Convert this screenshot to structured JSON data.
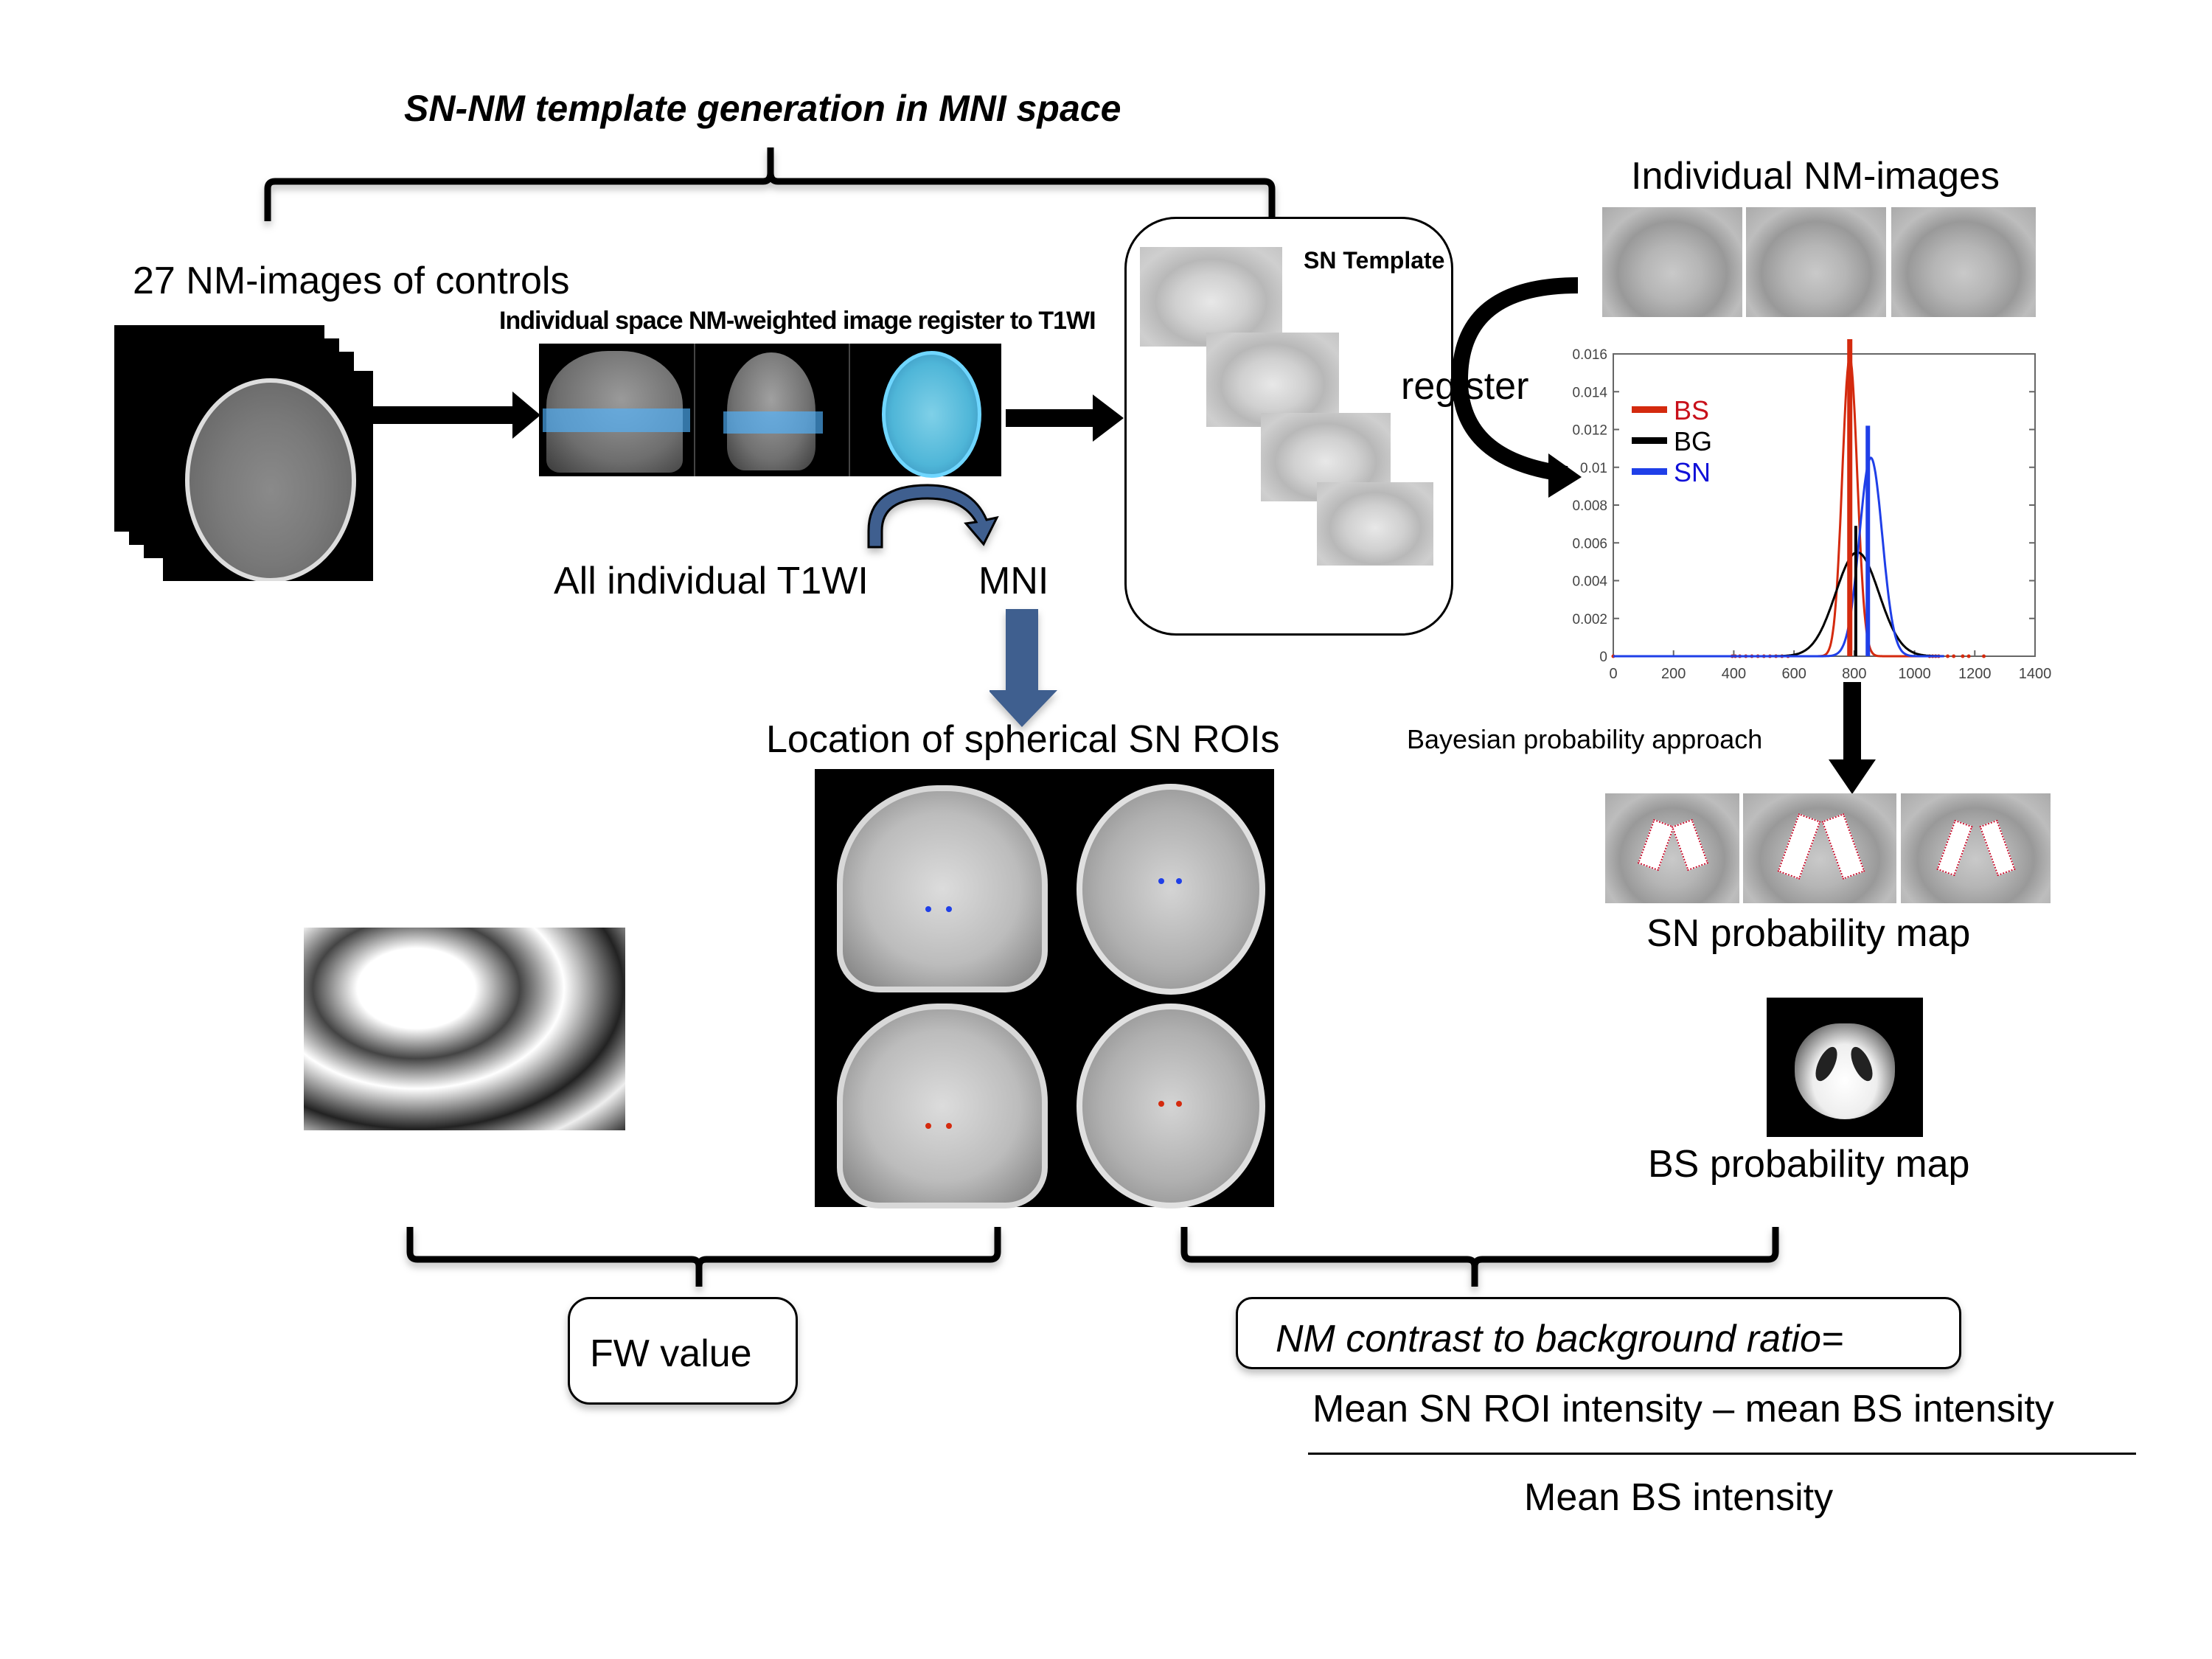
{
  "title": "SN-NM template generation in MNI space",
  "left_section": {
    "heading": "27 NM-images of controls",
    "registration_caption": "Individual space NM-weighted image register to T1WI",
    "t1wi_label": "All individual T1WI",
    "mni_label": "MNI"
  },
  "sn_template": {
    "label": "SN Template"
  },
  "roi_section": {
    "heading": "Location of spherical SN ROIs"
  },
  "right_section": {
    "heading": "Individual NM-images",
    "register_label": "register",
    "bayesian_label": "Bayesian probability approach",
    "sn_map_label": "SN probability map",
    "bs_map_label": "BS probability map"
  },
  "outputs": {
    "fw_label": "FW value",
    "ratio_label": "NM contrast to background ratio=",
    "numerator": "Mean SN ROI intensity – mean BS intensity",
    "denominator": "Mean BS intensity"
  },
  "colors": {
    "bs": "#d42a0e",
    "bg": "#000000",
    "sn": "#1f3fe8",
    "arrow_blue": "#3f5f8f",
    "legend_bs_text": "#c8101a",
    "legend_sn_text": "#1010d8"
  },
  "chart_data": {
    "type": "line",
    "title": "",
    "xlabel": "",
    "ylabel": "",
    "xlim": [
      0,
      1400
    ],
    "ylim": [
      0,
      0.016
    ],
    "xticks": [
      0,
      200,
      400,
      600,
      800,
      1000,
      1200,
      1400
    ],
    "yticks": [
      0,
      0.002,
      0.004,
      0.006,
      0.008,
      0.01,
      0.012,
      0.014,
      0.016
    ],
    "ytick_labels": [
      "0",
      "0.002",
      "0.004",
      "0.006",
      "0.008",
      "0.01",
      "0.012",
      "0.014",
      "0.016"
    ],
    "legend": {
      "placement": "top-left",
      "entries": [
        "BS",
        "BG",
        "SN"
      ]
    },
    "series": [
      {
        "name": "BS",
        "kind": "gaussian",
        "mean": 785,
        "sd": 25,
        "peak": 0.0158,
        "marker_x": 785,
        "marker_top": 0.017
      },
      {
        "name": "BG",
        "kind": "gaussian",
        "mean": 810,
        "sd": 72,
        "peak": 0.0055,
        "marker_x": 805,
        "marker_top": 0.0069
      },
      {
        "name": "SN",
        "kind": "gaussian",
        "mean": 855,
        "sd": 38,
        "peak": 0.0105,
        "marker_x": 845,
        "marker_top": 0.0122
      }
    ],
    "scatter_x": [
      0,
      395,
      405,
      420,
      440,
      460,
      480,
      500,
      520,
      540,
      560,
      580,
      1050,
      1060,
      1070,
      1080,
      1110,
      1130,
      1160,
      1180,
      1230
    ]
  }
}
